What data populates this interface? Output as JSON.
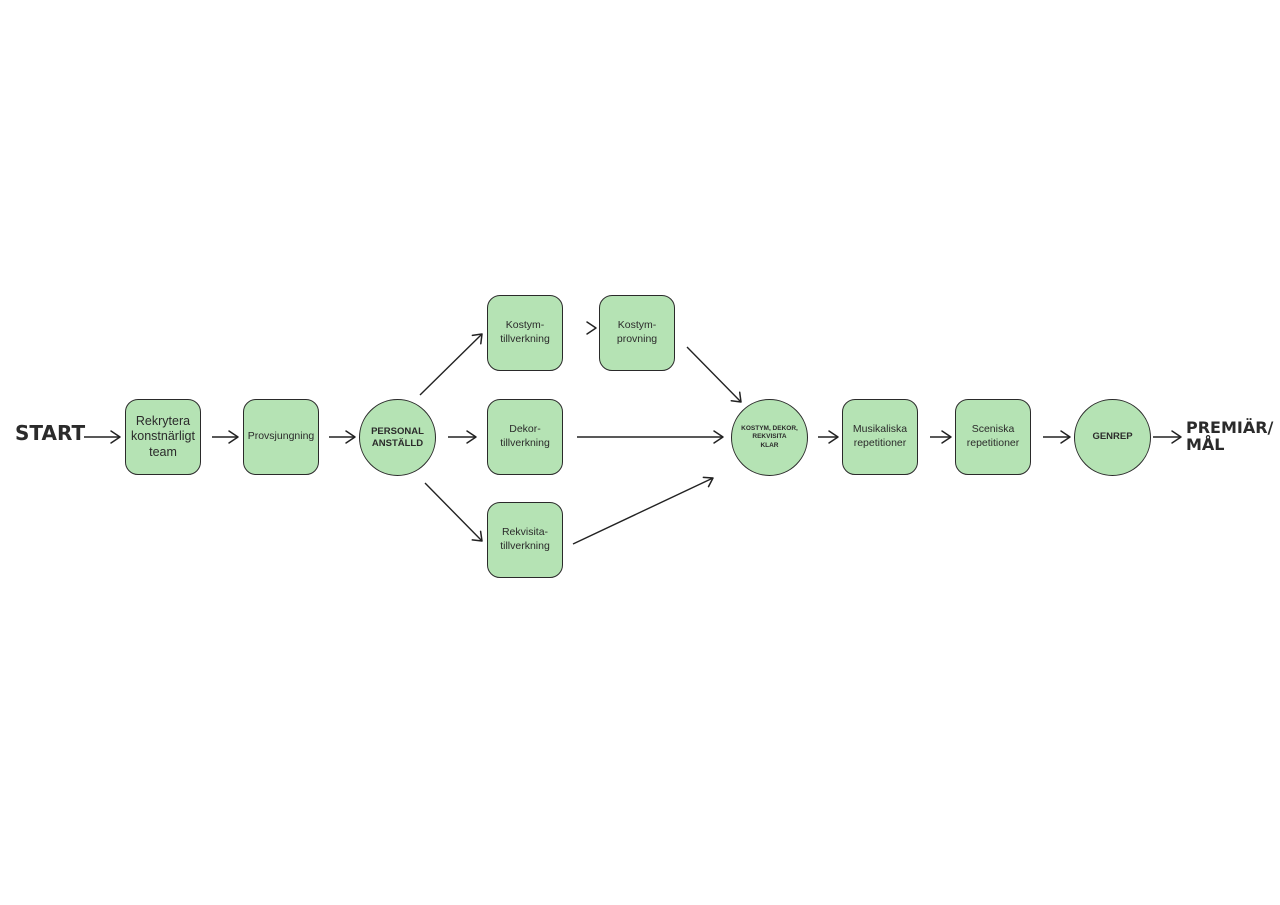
{
  "diagram": {
    "terminals": {
      "start": "START",
      "end": "PREMIÄR/\nMÅL"
    },
    "nodes": {
      "rekrytera": "Rekrytera\nkonstnärligt\nteam",
      "provsjungning": "Provsjungning",
      "personal": "PERSONAL\nANSTÄLLD",
      "kostym_tillverkning": "Kostym-\ntillverkning",
      "kostym_provning": "Kostym-\nprovning",
      "dekor": "Dekor-\ntillverkning",
      "rekvisita": "Rekvisita-\ntillverkning",
      "klar": "KOSTYM, DEKOR,\nREKVISITA\nKLAR",
      "musikaliska": "Musikaliska\nrepetitioner",
      "sceniska": "Sceniska\nrepetitioner",
      "genrep": "GENREP"
    },
    "colors": {
      "node_fill": "#b5e3b4",
      "node_border": "#2a2a2a",
      "text": "#2b2b2b",
      "arrow": "#222222"
    }
  }
}
